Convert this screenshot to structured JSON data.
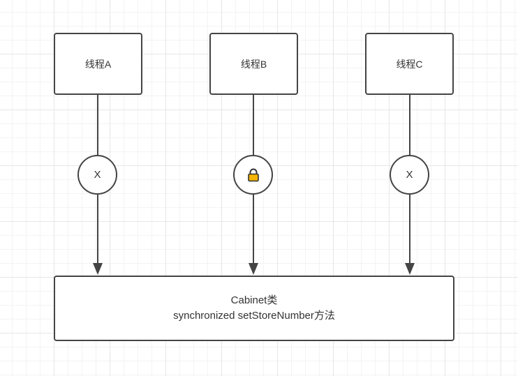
{
  "threads": [
    {
      "label": "线程A"
    },
    {
      "label": "线程B"
    },
    {
      "label": "线程C"
    }
  ],
  "gates": [
    {
      "symbol": "X",
      "icon": "x-mark"
    },
    {
      "symbol": "",
      "icon": "lock-icon"
    },
    {
      "symbol": "X",
      "icon": "x-mark"
    }
  ],
  "cabinet": {
    "line1": "Cabinet类",
    "line2": "synchronized setStoreNumber方法"
  },
  "colors": {
    "stroke": "#444444",
    "lock_body": "#f5b400",
    "lock_outline": "#333333"
  }
}
